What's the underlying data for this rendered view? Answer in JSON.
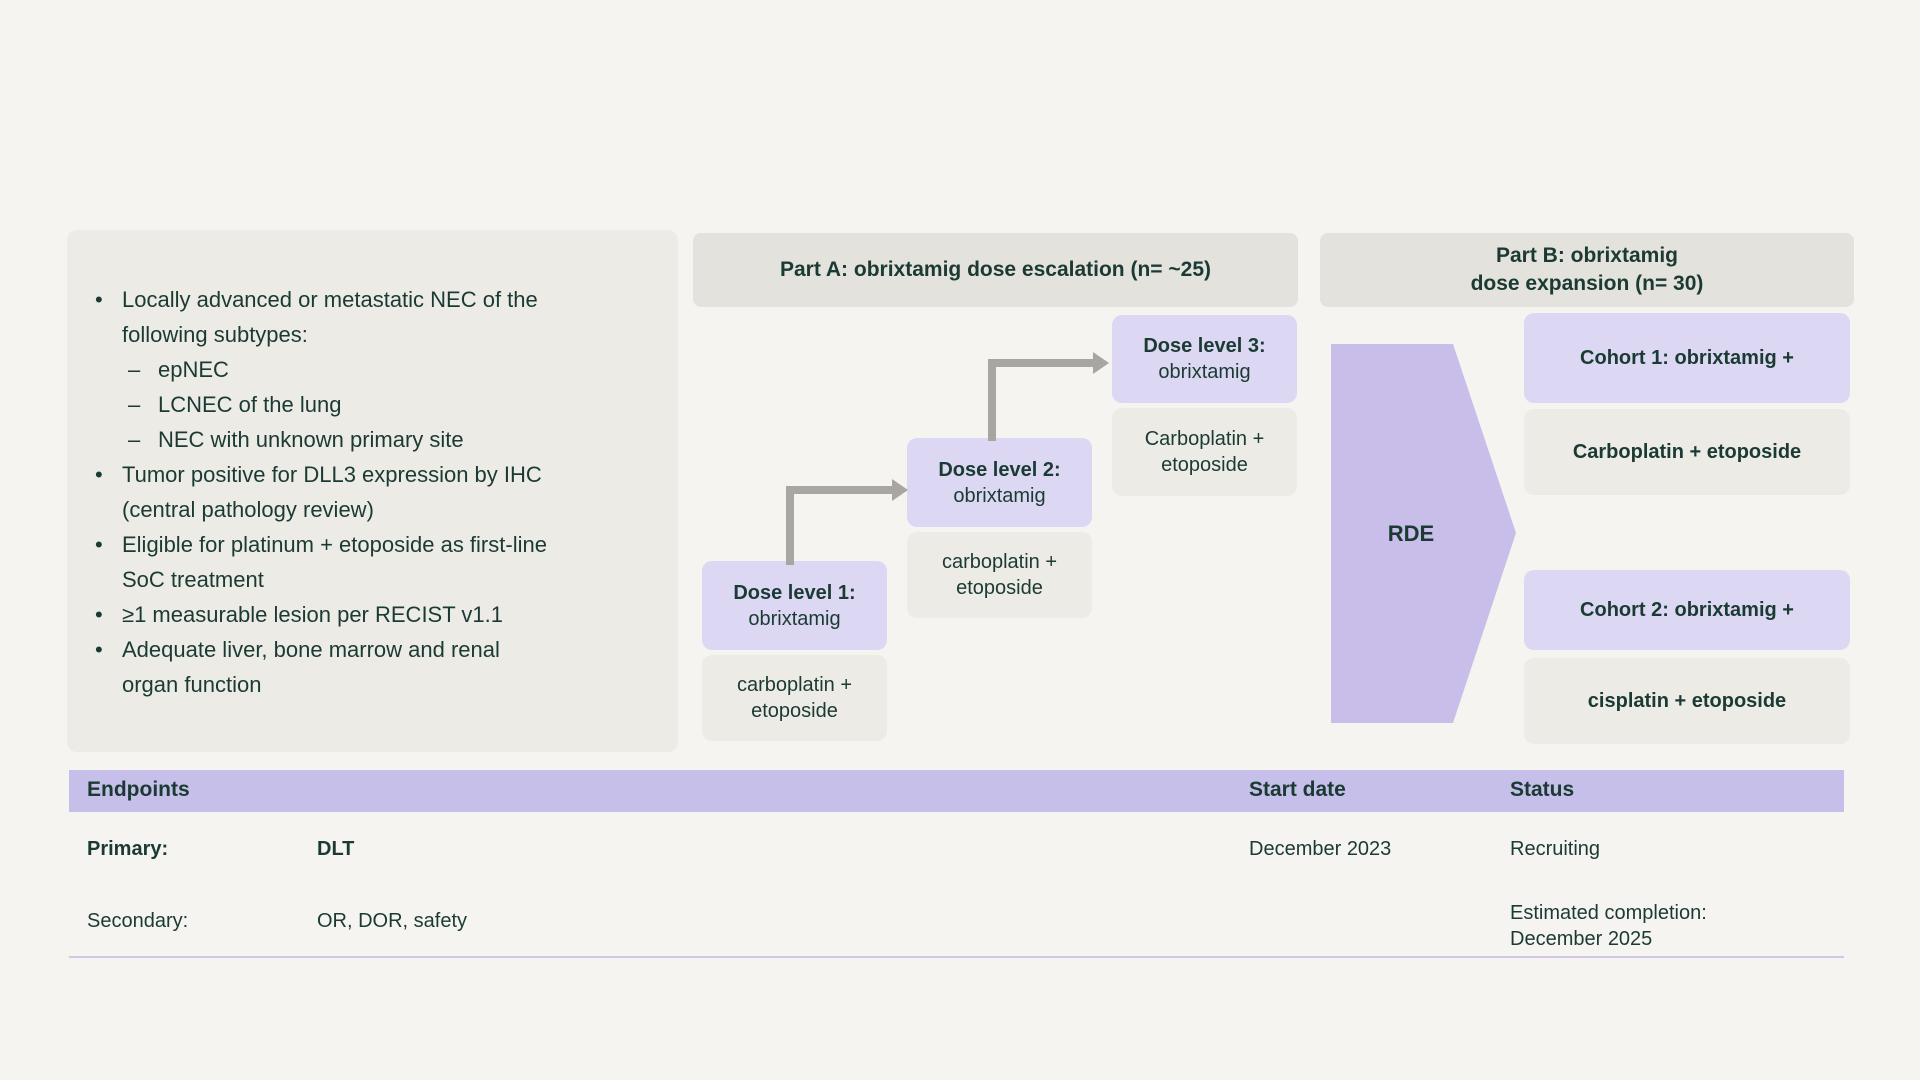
{
  "palette": {
    "background": "#f5f4f1",
    "panel_gray": "#ecebe6",
    "header_gray": "#e3e2dc",
    "lavender": "#dcd8f3",
    "table_header_lavender": "#c5bfe9",
    "chevron_purple": "#c8bee9",
    "text_dark_green": "#1b3a33",
    "arrow_gray": "#a9a5a0"
  },
  "eligibility": {
    "items": [
      {
        "glyph": "•",
        "level": 1,
        "text": "Locally advanced or metastatic NEC of the\nfollowing subtypes:"
      },
      {
        "glyph": "–",
        "level": 2,
        "text": "epNEC"
      },
      {
        "glyph": "–",
        "level": 2,
        "text": "LCNEC of the lung"
      },
      {
        "glyph": "–",
        "level": 2,
        "text": "NEC with unknown primary site"
      },
      {
        "glyph": "•",
        "level": 1,
        "text": "Tumor positive for DLL3 expression by IHC\n(central pathology review)"
      },
      {
        "glyph": "•",
        "level": 1,
        "text": "Eligible for platinum + etoposide as first-line\nSoC treatment"
      },
      {
        "glyph": "•",
        "level": 1,
        "text": "≥1 measurable lesion per RECIST v1.1"
      },
      {
        "glyph": "•",
        "level": 1,
        "text": "Adequate liver, bone marrow and renal\norgan function"
      }
    ]
  },
  "part_a": {
    "title": "Part A: obrixtamig dose escalation (n= ~25)",
    "dose_levels": [
      {
        "label": "Dose level 1:",
        "drug": "obrixtamig",
        "combo": "carboplatin +\netoposide"
      },
      {
        "label": "Dose level 2:",
        "drug": "obrixtamig",
        "combo": "carboplatin +\netoposide"
      },
      {
        "label": "Dose level 3:",
        "drug": "obrixtamig",
        "combo": "Carboplatin +\netoposide"
      }
    ]
  },
  "part_b": {
    "title": "Part B: obrixtamig\ndose expansion (n= 30)",
    "rde_label": "RDE",
    "cohorts": [
      {
        "label": "Cohort 1: obrixtamig +",
        "combo": "Carboplatin + etoposide"
      },
      {
        "label": "Cohort 2: obrixtamig +",
        "combo": "cisplatin + etoposide"
      }
    ]
  },
  "table": {
    "headers": {
      "endpoints": "Endpoints",
      "start_date": "Start date",
      "status": "Status"
    },
    "rows": [
      {
        "label": "Primary:",
        "value": "DLT",
        "start_date": "December 2023",
        "status": "Recruiting"
      },
      {
        "label": "Secondary:",
        "value": "OR, DOR, safety",
        "start_date": "",
        "status": "Estimated completion:\nDecember 2025"
      }
    ]
  }
}
